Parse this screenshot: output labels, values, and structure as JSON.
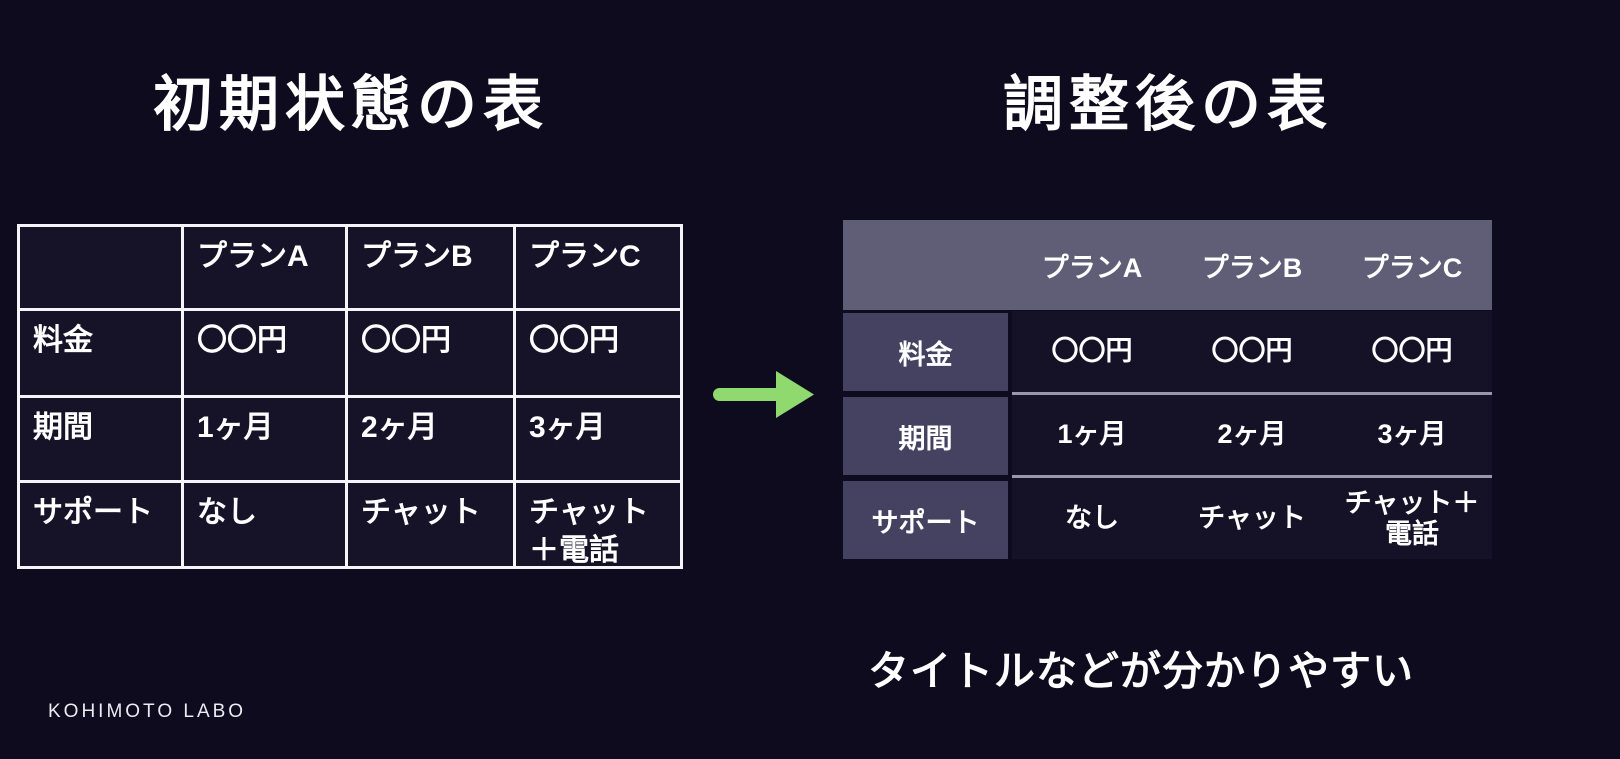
{
  "page": {
    "background_color": "#0e0b1e",
    "watermark": "KOHIMOTO LABO"
  },
  "left_panel": {
    "title": "初期状態の表",
    "table": {
      "style": "plain-bordered",
      "border_color": "#f5f4f8",
      "column_headers": [
        "",
        "プランA",
        "プランB",
        "プランC"
      ],
      "rows": [
        {
          "label": "料金",
          "values": [
            "〇〇円",
            "〇〇円",
            "〇〇円"
          ]
        },
        {
          "label": "期間",
          "values": [
            "1ヶ月",
            "2ヶ月",
            "3ヶ月"
          ]
        },
        {
          "label": "サポート",
          "values": [
            "なし",
            "チャット",
            "チャット＋電話"
          ]
        }
      ]
    }
  },
  "arrow": {
    "direction": "right",
    "color": "#8fd96f"
  },
  "right_panel": {
    "title": "調整後の表",
    "table": {
      "style": "styled-header-rows",
      "header_bg": "#605d77",
      "row_header_bg": "#454261",
      "separator_color": "#9a97ac",
      "column_headers": [
        "",
        "プランA",
        "プランB",
        "プランC"
      ],
      "rows": [
        {
          "label": "料金",
          "values": [
            "〇〇円",
            "〇〇円",
            "〇〇円"
          ]
        },
        {
          "label": "期間",
          "values": [
            "1ヶ月",
            "2ヶ月",
            "3ヶ月"
          ]
        },
        {
          "label": "サポート",
          "values": [
            "なし",
            "チャット",
            "チャット＋電話"
          ]
        }
      ]
    },
    "caption": "タイトルなどが分かりやすい"
  }
}
